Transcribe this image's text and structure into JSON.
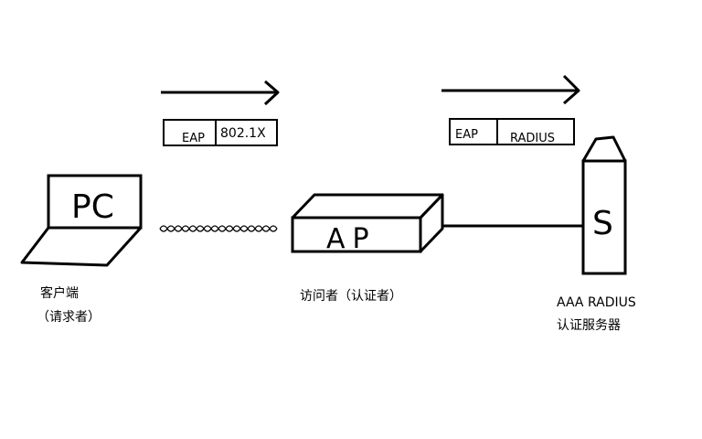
{
  "diagram": {
    "colors": {
      "ink": "#000000",
      "background": "#ffffff"
    },
    "arrow_left": {
      "direction": "right"
    },
    "arrow_right": {
      "direction": "right"
    },
    "packet_left": {
      "field1": "EAP",
      "field2": "802.1X"
    },
    "packet_right": {
      "field1": "EAP",
      "field2": "RADIUS"
    },
    "client": {
      "screen_text": "PC",
      "label_line1": "客户端",
      "label_line2": "（请求者）"
    },
    "access_point": {
      "box_text": "AP",
      "label": "访问者（认证者）"
    },
    "server": {
      "box_text": "S",
      "label_line1": "AAA RADIUS",
      "label_line2": "认证服务器"
    },
    "links": [
      {
        "from": "client",
        "to": "access_point",
        "style": "wireless-wavy"
      },
      {
        "from": "access_point",
        "to": "server",
        "style": "wired-solid"
      }
    ]
  }
}
